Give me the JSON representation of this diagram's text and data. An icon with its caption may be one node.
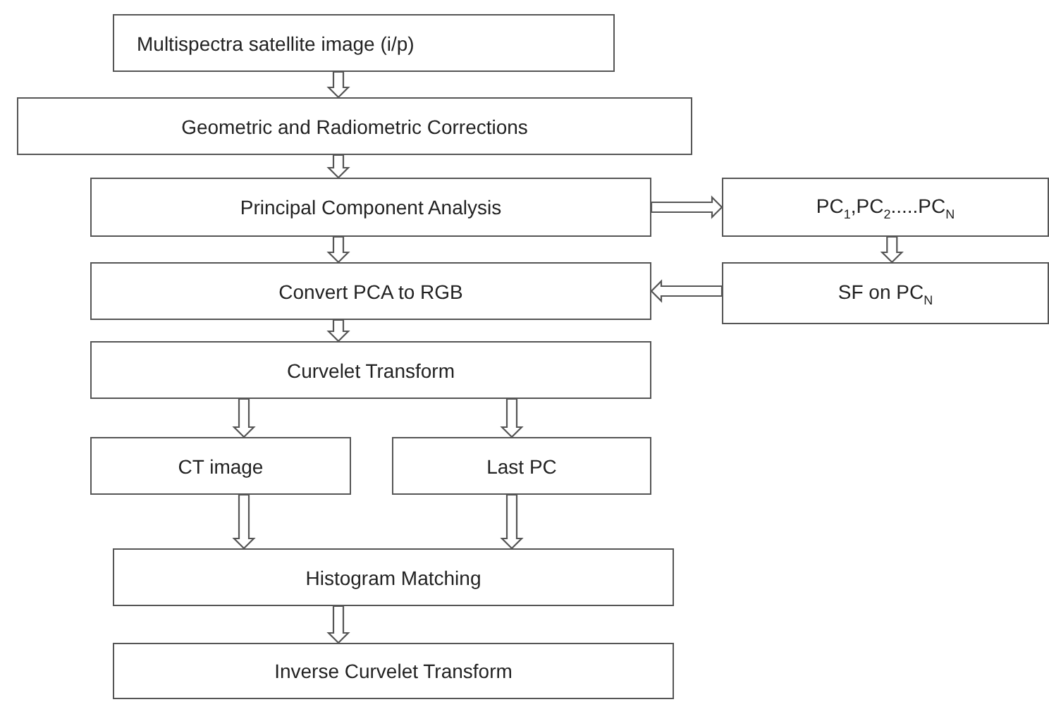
{
  "diagram": {
    "nodes": [
      {
        "text": [
          "Multispectra satellite image (i/p)"
        ]
      },
      {
        "text": [
          "Geometric and Radiometric Corrections"
        ]
      },
      {
        "text": [
          "Principal Component Analysis"
        ]
      },
      {
        "text": [
          "PC$_{1}$,PC$_{2}$.....PC$_{N}$"
        ]
      },
      {
        "text": [
          "Convert PCA to RGB"
        ]
      },
      {
        "text": [
          "SF on PC$_{N}$"
        ]
      },
      {
        "text": [
          "Curvelet Transform"
        ]
      },
      {
        "text": [
          "CT image"
        ]
      },
      {
        "text": [
          "Last PC"
        ]
      },
      {
        "text": [
          "Histogram Matching"
        ]
      },
      {
        "text": [
          "Inverse Curvelet Transform"
        ]
      }
    ],
    "edges": [
      {
        "from": 0,
        "to": 1,
        "arrow": "to"
      },
      {
        "from": 1,
        "to": 2,
        "arrow": "to"
      },
      {
        "from": 2,
        "to": 3,
        "arrow": "to"
      },
      {
        "from": 3,
        "to": 5,
        "arrow": "to"
      },
      {
        "from": 5,
        "to": 4,
        "arrow": "to"
      },
      {
        "from": 2,
        "to": 4,
        "arrow": "to"
      },
      {
        "from": 4,
        "to": 6,
        "arrow": "to"
      },
      {
        "from": 6,
        "to": 7,
        "arrow": "to"
      },
      {
        "from": 6,
        "to": 8,
        "arrow": "to"
      },
      {
        "from": 7,
        "to": 9,
        "arrow": "to"
      },
      {
        "from": 8,
        "to": 9,
        "arrow": "to"
      },
      {
        "from": 9,
        "to": 10,
        "arrow": "to"
      }
    ]
  }
}
